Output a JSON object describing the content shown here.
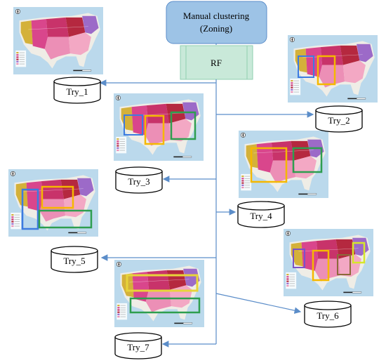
{
  "process": {
    "clustering_line1": "Manual clustering",
    "clustering_line2": "(Zoning)",
    "rf_label": "RF"
  },
  "tries": [
    {
      "label": "Try_1"
    },
    {
      "label": "Try_2"
    },
    {
      "label": "Try_3"
    },
    {
      "label": "Try_4"
    },
    {
      "label": "Try_5"
    },
    {
      "label": "Try_6"
    },
    {
      "label": "Try_7"
    }
  ],
  "colors": {
    "clustering_box": "#9DC3E6",
    "rf_box": "#C9E9D9",
    "arrow": "#5B8DC9",
    "map_sea": "#BBD9EC",
    "map_land": "#EFEDE6",
    "zone_west": "#D4B13A",
    "zone_mountain": "#D9468C",
    "zone_midwest": "#B5283F",
    "zone_south": "#EC8FB6",
    "zone_northeast": "#9C6AC8",
    "zone_southeast": "#F3A8C4"
  },
  "icons": {
    "map_compass": "compass-icon",
    "storage": "database-cylinder-icon"
  }
}
